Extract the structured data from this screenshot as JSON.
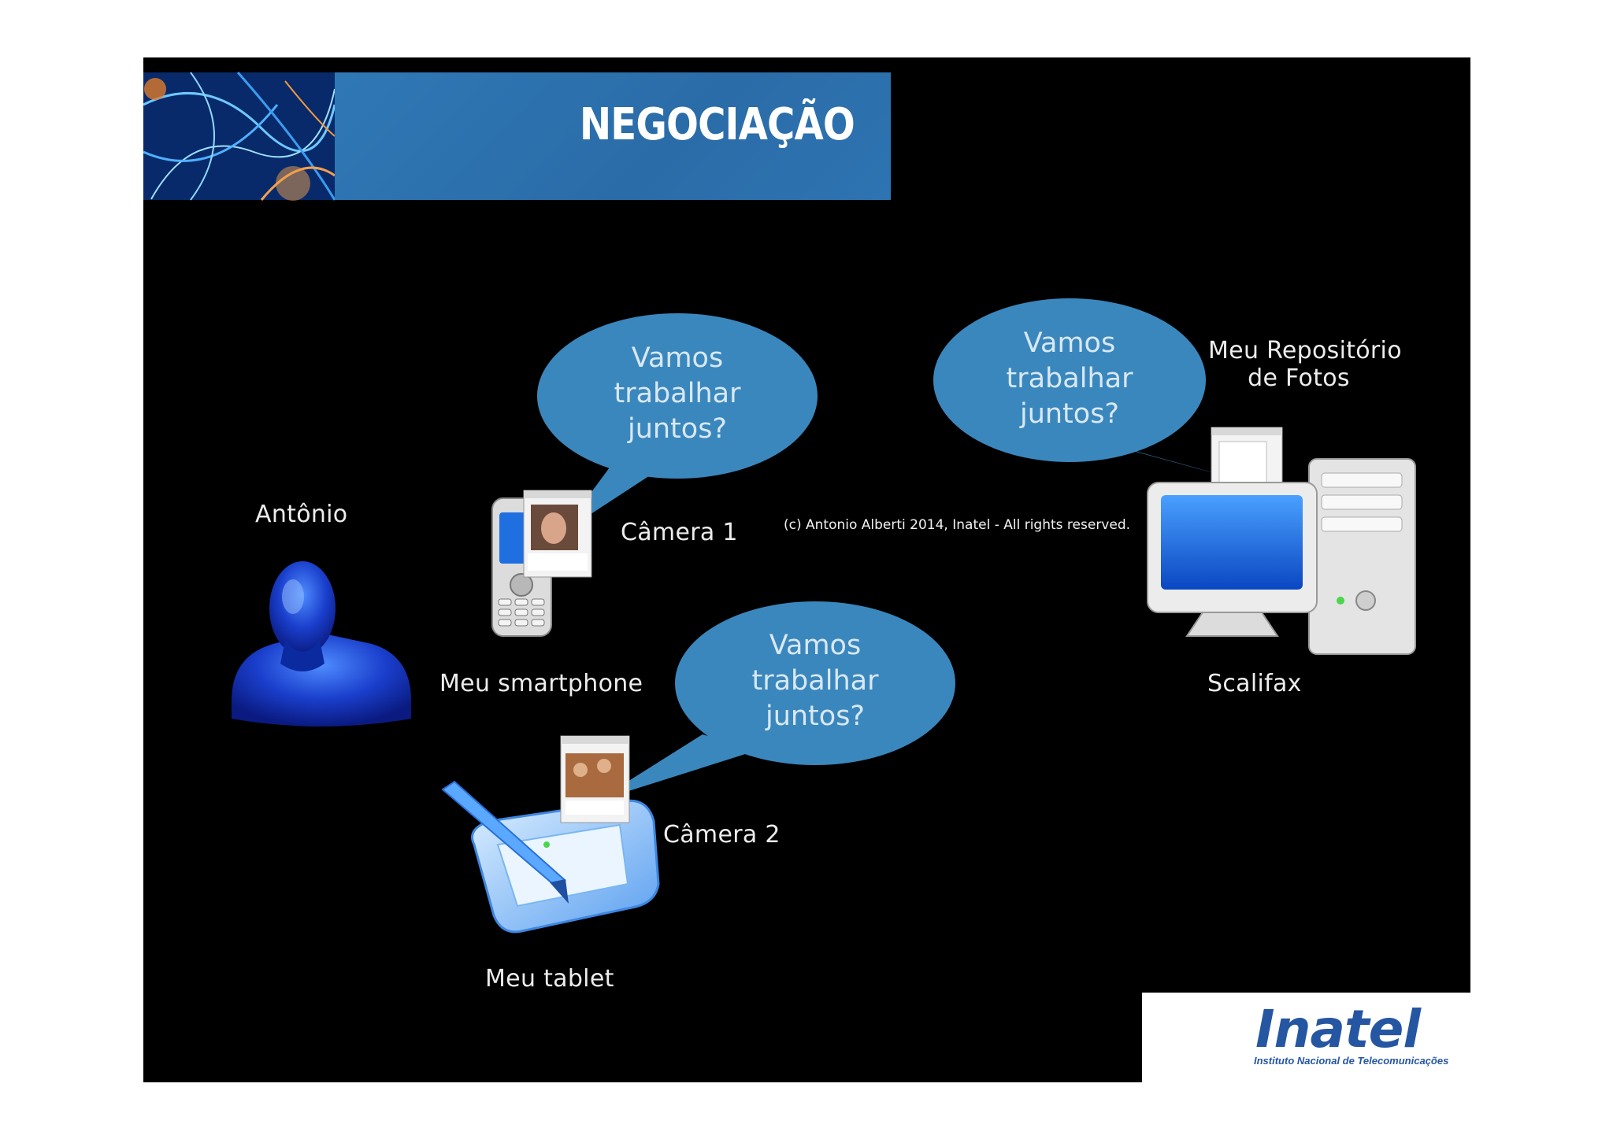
{
  "slide": {
    "title": "NEGOCIAÇÃO",
    "copyright": "(c) Antonio Alberti 2014, Inatel - All rights reserved."
  },
  "labels": {
    "person": "Antônio",
    "smartphone": "Meu smartphone",
    "camera1": "Câmera 1",
    "camera2": "Câmera 2",
    "tablet": "Meu tablet",
    "repository_line1": "Meu Repositório",
    "repository_line2": "de Fotos",
    "server": "Scalifax"
  },
  "bubbles": [
    {
      "line1": "Vamos",
      "line2": "trabalhar",
      "line3": "juntos?"
    },
    {
      "line1": "Vamos",
      "line2": "trabalhar",
      "line3": "juntos?"
    },
    {
      "line1": "Vamos",
      "line2": "trabalhar",
      "line3": "juntos?"
    }
  ],
  "logo": {
    "name": "Inatel",
    "subtitle": "Instituto Nacional de Telecomunicações"
  },
  "colors": {
    "background": "#000000",
    "title_bar": "#2d72b0",
    "bubble": "#3a87bd",
    "text": "#ececec",
    "logo": "#2556a2"
  }
}
